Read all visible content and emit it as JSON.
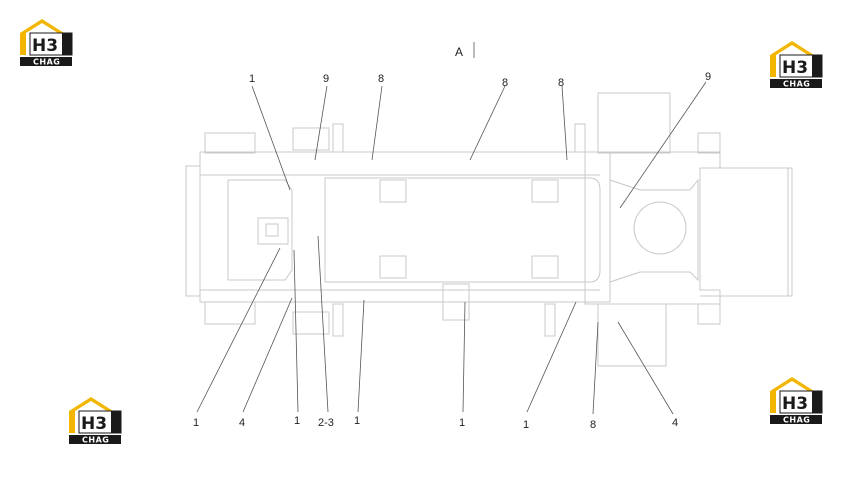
{
  "view_label": "A",
  "logos": [
    {
      "main": "H3",
      "sub": "CHAG",
      "color": "#f2b600"
    },
    {
      "main": "H3",
      "sub": "CHAG",
      "color": "#f2b600"
    },
    {
      "main": "H3",
      "sub": "CHAG",
      "color": "#f2b600"
    },
    {
      "main": "H3",
      "sub": "CHAG",
      "color": "#f2b600"
    }
  ],
  "callouts": {
    "top": [
      "1",
      "9",
      "8",
      "8",
      "8",
      "9"
    ],
    "bottom": [
      "1",
      "4",
      "1",
      "2-3",
      "1",
      "1",
      "1",
      "8",
      "4"
    ]
  },
  "colors": {
    "line": "#c8c8c8",
    "leader": "#555555",
    "brand": "#f2b600",
    "dark": "#1a1a1a"
  }
}
